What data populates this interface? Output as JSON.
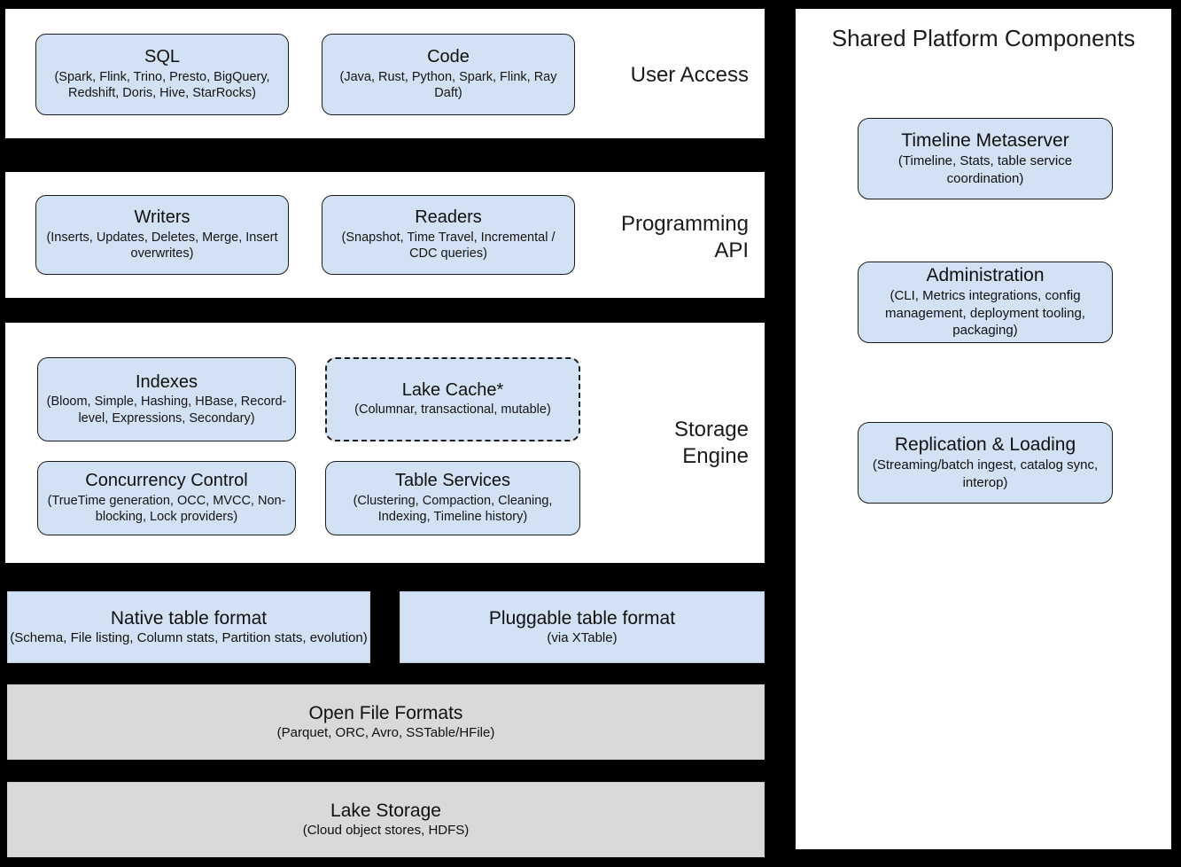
{
  "left": {
    "bands": [
      {
        "label": "User Access",
        "boxes": [
          {
            "title": "SQL",
            "sub": "(Spark, Flink, Trino, Presto, BigQuery, Redshift, Doris, Hive, StarRocks)"
          },
          {
            "title": "Code",
            "sub": "(Java, Rust, Python, Spark, Flink, Ray Daft)"
          }
        ]
      },
      {
        "label": "Programming\nAPI",
        "boxes": [
          {
            "title": "Writers",
            "sub": "(Inserts, Updates, Deletes, Merge, Insert overwrites)"
          },
          {
            "title": "Readers",
            "sub": "(Snapshot, Time Travel, Incremental / CDC queries)"
          }
        ]
      },
      {
        "label": "Storage\nEngine",
        "boxes": [
          {
            "title": "Indexes",
            "sub": "(Bloom, Simple, Hashing, HBase, Record-level, Expressions, Secondary)"
          },
          {
            "title": "Lake Cache*",
            "sub": "(Columnar, transactional, mutable)"
          },
          {
            "title": "Concurrency Control",
            "sub": "(TrueTime generation, OCC, MVCC, Non-blocking, Lock providers)"
          },
          {
            "title": "Table Services",
            "sub": "(Clustering, Compaction, Cleaning, Indexing, Timeline history)"
          }
        ]
      }
    ],
    "formats": [
      {
        "title": "Native table format",
        "sub": "(Schema, File listing, Column stats, Partition stats, evolution)"
      },
      {
        "title": "Pluggable table format",
        "sub": "(via XTable)"
      }
    ],
    "foundation": [
      {
        "title": "Open File Formats",
        "sub": "(Parquet, ORC, Avro, SSTable/HFile)"
      },
      {
        "title": "Lake Storage",
        "sub": "(Cloud object stores, HDFS)"
      }
    ]
  },
  "right": {
    "heading": "Shared Platform Components",
    "boxes": [
      {
        "title": "Timeline Metaserver",
        "sub": "(Timeline, Stats, table service coordination)"
      },
      {
        "title": "Administration",
        "sub": "(CLI, Metrics integrations, config management, deployment tooling, packaging)"
      },
      {
        "title": "Replication & Loading",
        "sub": "(Streaming/batch ingest, catalog sync, interop)"
      }
    ]
  },
  "colors": {
    "background": "#000000",
    "panel": "#ffffff",
    "component_fill": "#d2e2f4",
    "component_stroke": "#1c1c1c",
    "foundation_fill": "#d9d9d9"
  }
}
